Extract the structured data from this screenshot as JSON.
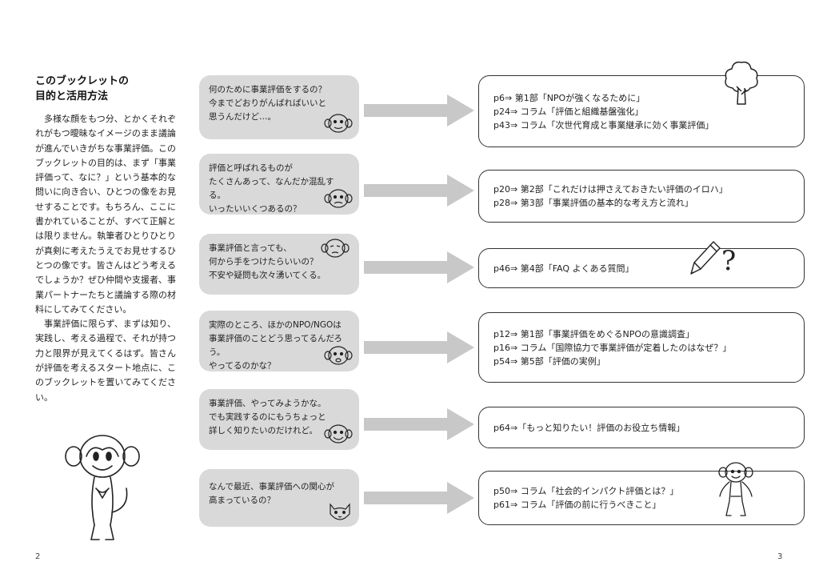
{
  "intro": {
    "title_line1": "このブックレットの",
    "title_line2": "目的と活用方法",
    "para1": "多様な顔をもつ分、とかくそれぞれがもつ曖昧なイメージのまま議論が進んでいきがちな事業評価。このブックレットの目的は、まず「事業評価って、なに？」という基本的な問いに向き合い、ひとつの像をお見せすることです。もちろん、ここに書かれていることが、すべて正解とは限りません。執筆者ひとりひとりが真剣に考えたうえでお見せするひとつの像です。皆さんはどう考えるでしょうか？ぜひ仲間や支援者、事業パートナーたちと議論する際の材料にしてみてください。",
    "para2": "事業評価に限らず、まずは知り、実践し、考える過程で、それが持つ力と限界が見えてくるはず。皆さんが評価を考えるスタート地点に、このブックレットを置いてみてください。"
  },
  "rows": [
    {
      "question": [
        "何のために事業評価をするの？",
        "今までどおりがんばればいいと",
        "思うんだけど…。"
      ],
      "answers": [
        "p6⇒ 第1部「NPOが強くなるために」",
        "p24⇒ コラム「評価と組織基盤強化」",
        "p43⇒ コラム「次世代育成と事業継承に効く事業評価」"
      ]
    },
    {
      "question": [
        "評価と呼ばれるものが",
        "たくさんあって、なんだか混乱する。",
        "いったいいくつあるの？"
      ],
      "answers": [
        "p20⇒ 第2部「これだけは押さえておきたい評価のイロハ」",
        "p28⇒ 第3部「事業評価の基本的な考え方と流れ」"
      ]
    },
    {
      "question": [
        "事業評価と言っても、",
        "何から手をつけたらいいの？",
        "不安や疑問も次々湧いてくる。"
      ],
      "answers": [
        "p46⇒ 第4部「FAQ よくある質問」"
      ]
    },
    {
      "question": [
        "実際のところ、ほかのNPO/NGOは",
        "事業評価のことどう思ってるんだろう。",
        "やってるのかな？"
      ],
      "answers": [
        "p12⇒ 第1部「事業評価をめぐるNPOの意識調査」",
        "p16⇒ コラム「国際協力で事業評価が定着したのはなぜ？」",
        "p54⇒ 第5部「評価の実例」"
      ]
    },
    {
      "question": [
        "事業評価、やってみようかな。",
        "でも実践するのにもうちょっと",
        "詳しく知りたいのだけれど。"
      ],
      "answers": [
        "p64⇒「もっと知りたい！評価のお役立ち情報」"
      ]
    },
    {
      "question": [
        "なんで最近、事業評価への関心が",
        "高まっているの？"
      ],
      "answers": [
        "p50⇒ コラム「社会的インパクト評価とは？」",
        "p61⇒ コラム「評価の前に行うべきこと」"
      ]
    }
  ],
  "question_mark": "?",
  "page_left": "2",
  "page_right": "3"
}
